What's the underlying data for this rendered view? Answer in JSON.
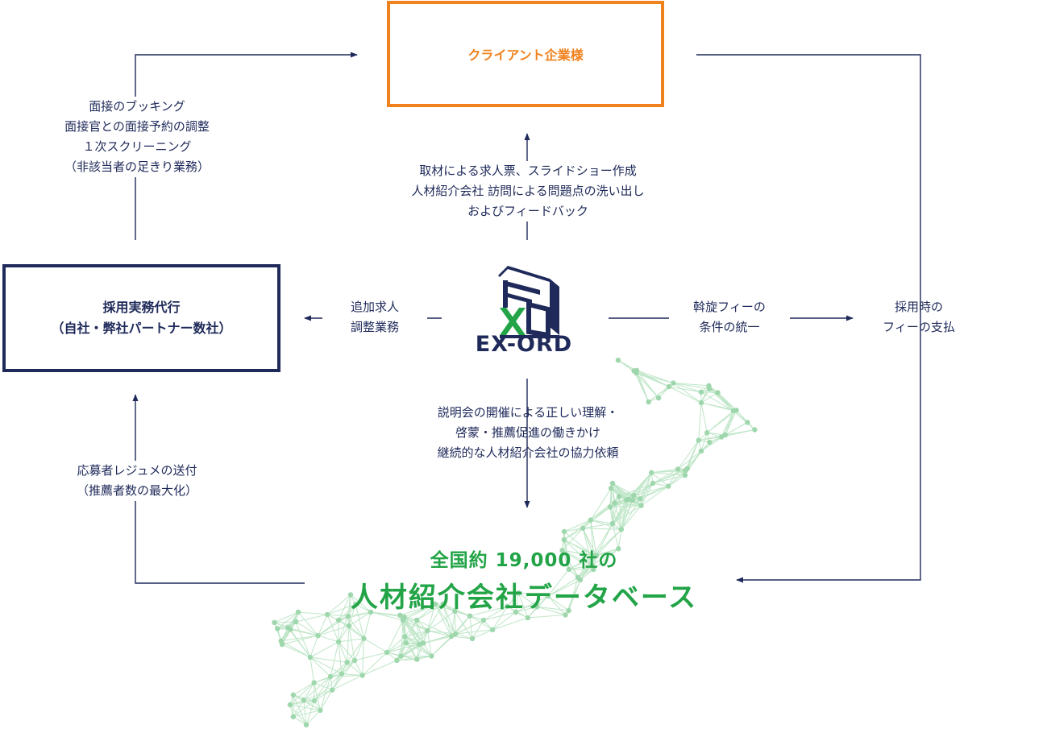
{
  "client_box": {
    "label": "クライアント企業様",
    "color": "#f0821e"
  },
  "agent_box": {
    "line1": "採用実務代行",
    "line2": "（自社・弊社パートナー数社）",
    "color": "#1f2a5a"
  },
  "logo": {
    "text": "EX-ORD",
    "icon": "ex-ord-cube-logo-icon"
  },
  "labels": {
    "left_top": [
      "面接のブッキング",
      "面接官との面接予約の調整",
      "１次スクリーニング",
      "（非該当者の足きり業務）"
    ],
    "center_top": [
      "取材による求人票、スライドショー作成",
      "人材紹介会社 訪問による問題点の洗い出し",
      "およびフィードバック"
    ],
    "left_mid": [
      "追加求人",
      "調整業務"
    ],
    "right_mid": [
      "斡旋フィーの",
      "条件の統一"
    ],
    "far_right": [
      "採用時の",
      "フィーの支払"
    ],
    "center_bottom": [
      "説明会の開催による正しい理解・",
      "啓蒙・推薦促進の働きかけ",
      "継続的な人材紹介会社の協力依頼"
    ],
    "left_bottom": [
      "応募者レジュメの送付",
      "（推薦者数の最大化）"
    ]
  },
  "database": {
    "line1": "全国約 19,000 社の",
    "line2": "人材紹介会社データベース",
    "color": "#22a447",
    "background_icon": "japan-network-map-icon"
  },
  "colors": {
    "navy": "#1f2a5a",
    "orange": "#f0821e",
    "green": "#22a447",
    "map_green": "#bfe6c8"
  }
}
